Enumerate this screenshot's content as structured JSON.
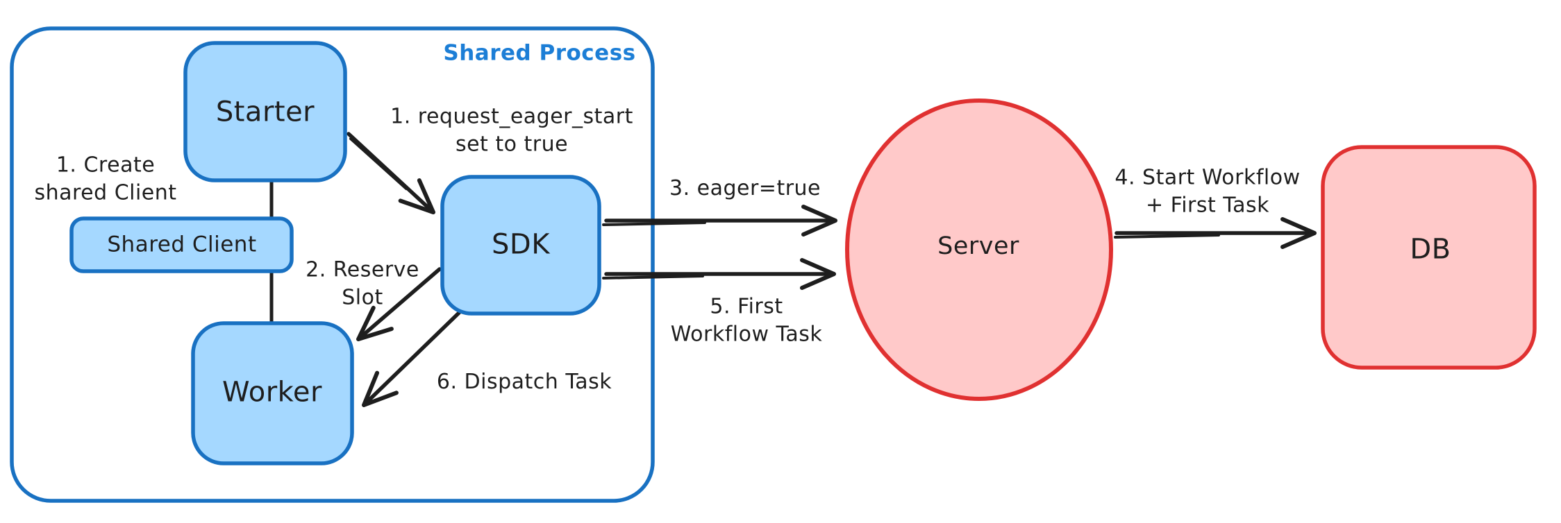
{
  "colors": {
    "blue_stroke": "#1971c2",
    "blue_fill": "#a5d8ff",
    "blue_label": "#1c7ed6",
    "red_stroke": "#e03131",
    "red_fill": "#ffc9c9",
    "ink": "#1e1e1e",
    "background": "#ffffff"
  },
  "diagram": {
    "container_title": "Shared Process",
    "nodes": {
      "starter": "Starter",
      "shared_client": "Shared Client",
      "worker": "Worker",
      "sdk": "SDK",
      "server": "Server",
      "db": "DB"
    },
    "annotations": {
      "create_shared_client": "1. Create\nshared Client",
      "request_eager_start": "1. request_eager_start\nset to true",
      "reserve_slot": "2. Reserve\nSlot",
      "eager_true": "3. eager=true",
      "start_workflow": "4. Start Workflow\n+ First Task",
      "first_workflow_task": "5. First\nWorkflow Task",
      "dispatch_task": "6. Dispatch Task"
    }
  }
}
